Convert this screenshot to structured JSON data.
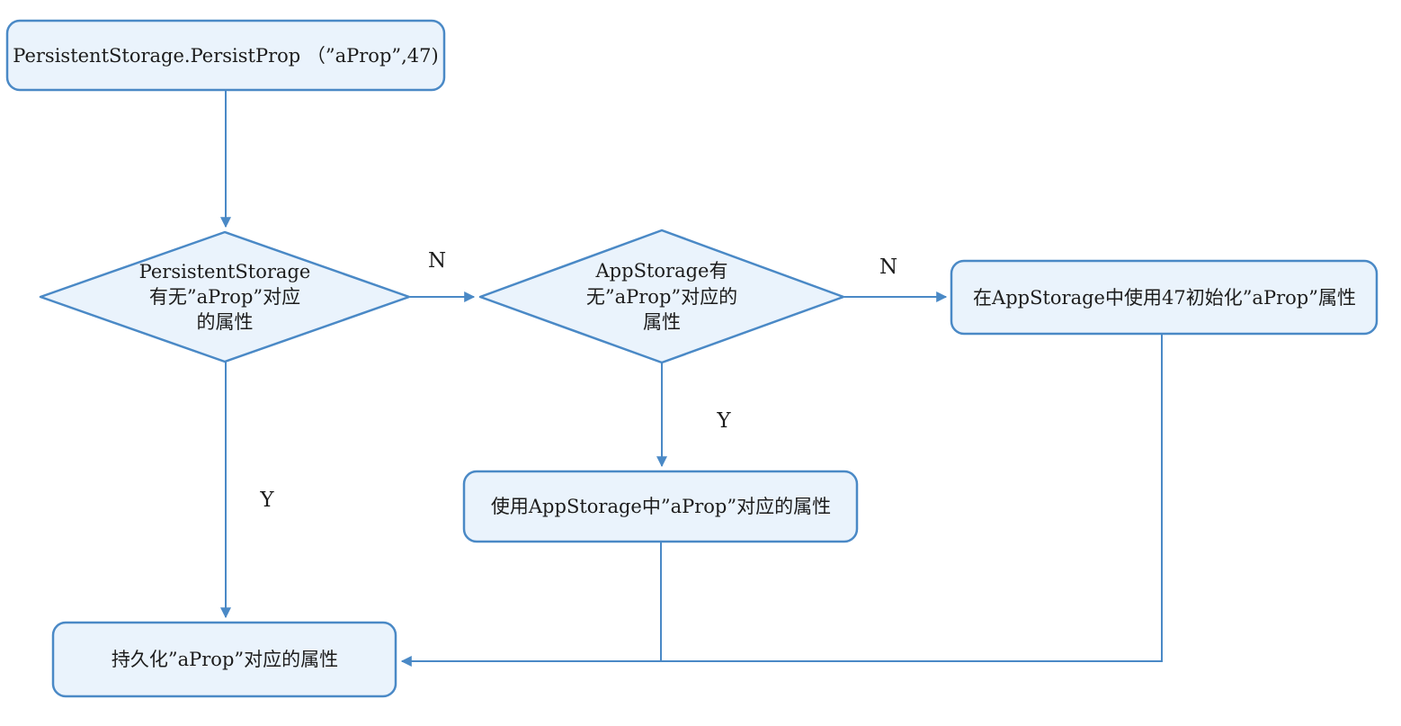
{
  "colors": {
    "node-fill": "#eaf3fc",
    "node-border": "#4a89c6",
    "edge-line": "#4a89c6",
    "text": "#1c1c1c"
  },
  "nodes": {
    "start": {
      "label": "PersistentStorage.PersistProp （”aProp”,47)"
    },
    "decision_persistentstorage": {
      "lines": [
        "PersistentStorage",
        "有无”aProp”对应",
        "的属性"
      ]
    },
    "decision_appstorage": {
      "lines": [
        "AppStorage有",
        "无”aProp”对应的",
        "属性"
      ]
    },
    "init_appstorage": {
      "label": "在AppStorage中使用47初始化”aProp”属性"
    },
    "use_appstorage": {
      "label": "使用AppStorage中”aProp”对应的属性"
    },
    "persist_prop": {
      "label": "持久化”aProp”对应的属性"
    }
  },
  "edge_labels": {
    "decision1_no": "N",
    "decision1_yes": "Y",
    "decision2_no": "N",
    "decision2_yes": "Y"
  }
}
